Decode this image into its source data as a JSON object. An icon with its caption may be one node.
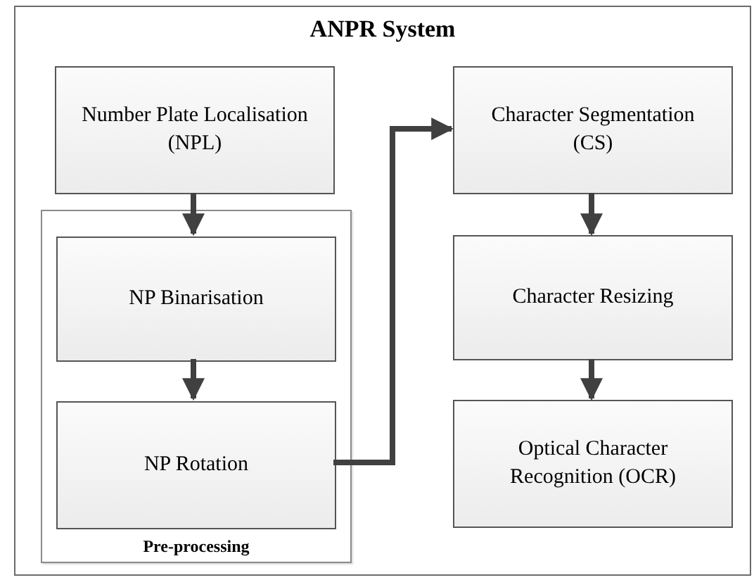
{
  "diagram": {
    "nodes": [
      {
        "text": [
          "ANPR System"
        ]
      },
      {
        "text": [
          "Number Plate Localisation (NPL)"
        ],
        "in": 0
      },
      {
        "text": [
          "Pre-processing"
        ],
        "in": 0
      },
      {
        "text": [
          "NP Binarisation"
        ],
        "in": 2
      },
      {
        "text": [
          "NP Rotation"
        ],
        "in": 2
      },
      {
        "text": [
          "Character Segmentation (CS)"
        ],
        "in": 0
      },
      {
        "text": [
          "Character Resizing"
        ],
        "in": 0
      },
      {
        "text": [
          "Optical Character Recognition (OCR)"
        ],
        "in": 0
      }
    ],
    "edges": [
      {
        "from": 1,
        "to": 3,
        "arrow": "to"
      },
      {
        "from": 3,
        "to": 4,
        "arrow": "to"
      },
      {
        "from": 4,
        "to": 5,
        "arrow": "to"
      },
      {
        "from": 5,
        "to": 6,
        "arrow": "to"
      },
      {
        "from": 6,
        "to": 7,
        "arrow": "to"
      }
    ]
  }
}
